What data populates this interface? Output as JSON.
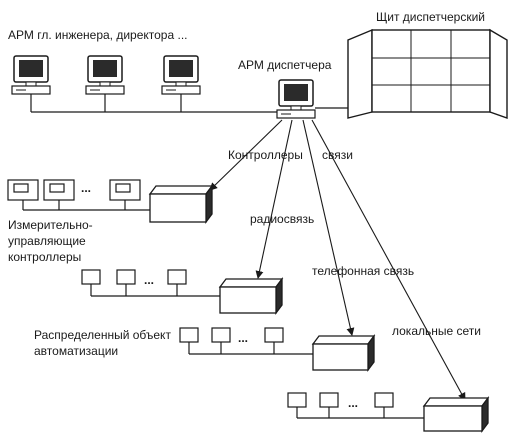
{
  "labels": {
    "engineer_workstations": "АРМ гл. инженера, директора ...",
    "dispatch_panel": "Щит диспетчерский",
    "dispatcher_workstation": "АРМ диспетчера",
    "controllers": "Контроллеры",
    "links": "связи",
    "radio": "радиосвязь",
    "telephone": "телефонная связь",
    "local_networks": "локальные сети",
    "measuring_line1": "Измерительно-",
    "measuring_line2": "управляющие",
    "measuring_line3": "контроллеры",
    "distributed_line1": "Распределенный объект",
    "distributed_line2": "автоматизации",
    "ellipsis": "..."
  },
  "colors": {
    "ink": "#1a1a1a",
    "screen": "#2b2b2b",
    "background": "#ffffff"
  }
}
